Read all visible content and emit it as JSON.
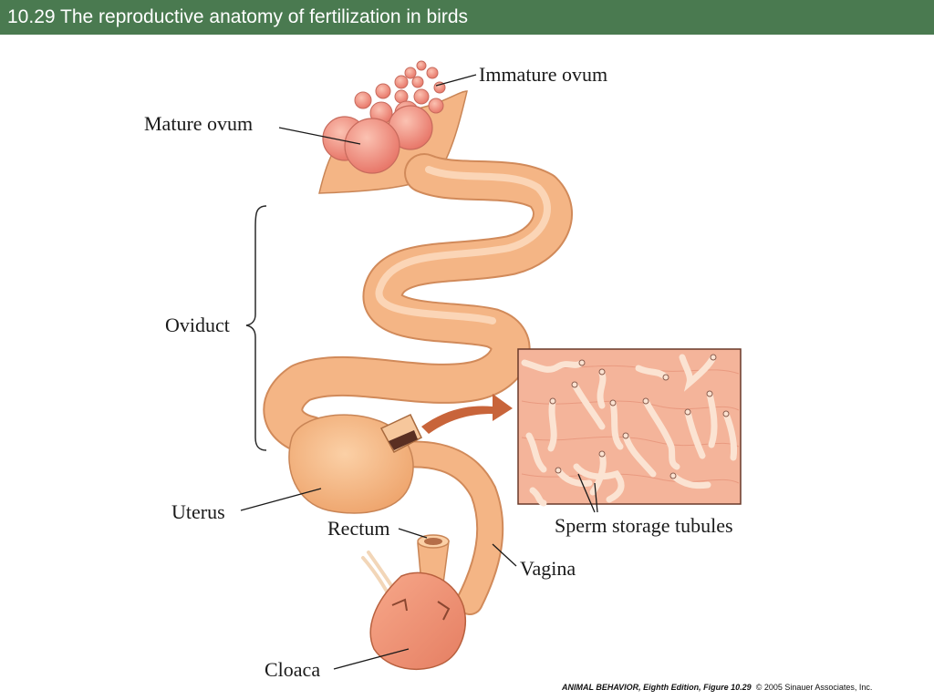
{
  "header": {
    "title": "10.29  The reproductive anatomy of fertilization in birds"
  },
  "diagram": {
    "labels": {
      "immature_ovum": "Immature ovum",
      "mature_ovum": "Mature ovum",
      "oviduct": "Oviduct",
      "uterus": "Uterus",
      "rectum": "Rectum",
      "vagina": "Vagina",
      "cloaca": "Cloaca",
      "sperm_storage_tubules": "Sperm storage tubules"
    }
  },
  "footer": {
    "credit_book": "ANIMAL BEHAVIOR, Eighth Edition, Figure 10.29",
    "credit_copyright": "© 2005 Sinauer Associates, Inc."
  },
  "colors": {
    "title_bar": "#4a7a50",
    "tissue": "#f2b07e",
    "ovum": "#f08a7a",
    "inset_bg": "#f4b49a",
    "arrow": "#c8643a"
  }
}
